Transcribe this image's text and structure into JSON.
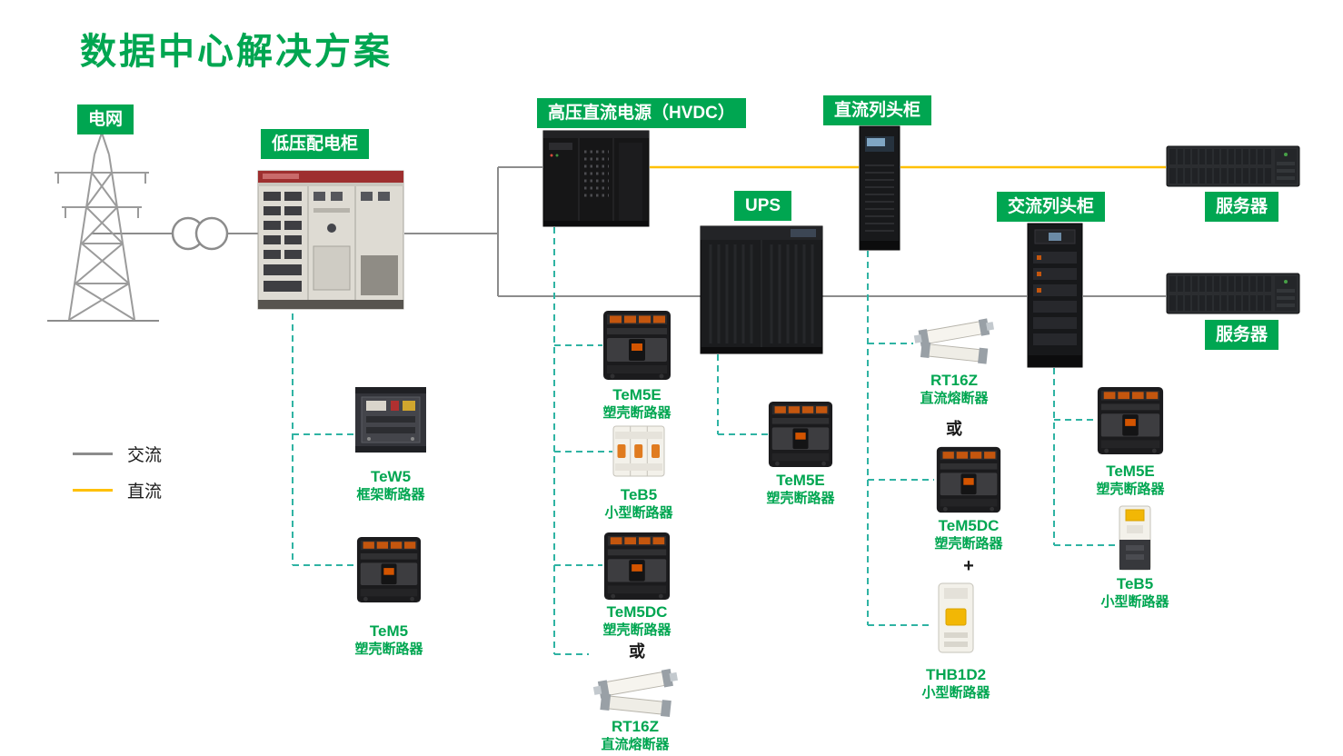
{
  "title": "数据中心解决方案",
  "colors": {
    "accent_green": "#00A651",
    "ac_line": "#8C8C8C",
    "dc_line": "#FFC000",
    "branch_dashed": "#2FB3A3"
  },
  "legend": {
    "ac_label": "交流",
    "dc_label": "直流"
  },
  "nodes": {
    "grid": {
      "label": "电网"
    },
    "lv_cabinet": {
      "label": "低压配电柜"
    },
    "hvdc": {
      "label": "高压直流电源（HVDC）"
    },
    "dc_row": {
      "label": "直流列头柜"
    },
    "ups": {
      "label": "UPS"
    },
    "ac_row": {
      "label": "交流列头柜"
    },
    "server_top": {
      "label": "服务器"
    },
    "server_bottom": {
      "label": "服务器"
    }
  },
  "breakers": {
    "tew5": {
      "name": "TeW5",
      "type": "框架断路器"
    },
    "tem5": {
      "name": "TeM5",
      "type": "塑壳断路器"
    },
    "tem5e_hvdc": {
      "name": "TeM5E",
      "type": "塑壳断路器"
    },
    "teb5_hvdc": {
      "name": "TeB5",
      "type": "小型断路器"
    },
    "tem5dc_hvdc": {
      "name": "TeM5DC",
      "type": "塑壳断路器"
    },
    "rt16z_hvdc": {
      "name": "RT16Z",
      "type": "直流熔断器"
    },
    "tem5e_ups": {
      "name": "TeM5E",
      "type": "塑壳断路器"
    },
    "rt16z_dc_row": {
      "name": "RT16Z",
      "type": "直流熔断器"
    },
    "tem5dc_dc_row": {
      "name": "TeM5DC",
      "type": "塑壳断路器"
    },
    "thb1d2": {
      "name": "THB1D2",
      "type": "小型断路器"
    },
    "tem5e_ac_row": {
      "name": "TeM5E",
      "type": "塑壳断路器"
    },
    "teb5_ac_row": {
      "name": "TeB5",
      "type": "小型断路器"
    }
  },
  "operators": {
    "or_hvdc": "或",
    "or_dc_row": "或",
    "plus_dc_row": "+"
  }
}
